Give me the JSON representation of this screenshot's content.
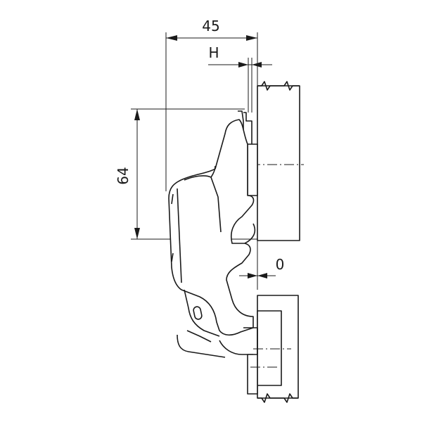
{
  "dimensions": {
    "width_label": "45",
    "offset_label": "H",
    "height_label": "64",
    "gap_label": "0"
  },
  "colors": {
    "line": "#1a1a1a",
    "background": "#ffffff"
  }
}
